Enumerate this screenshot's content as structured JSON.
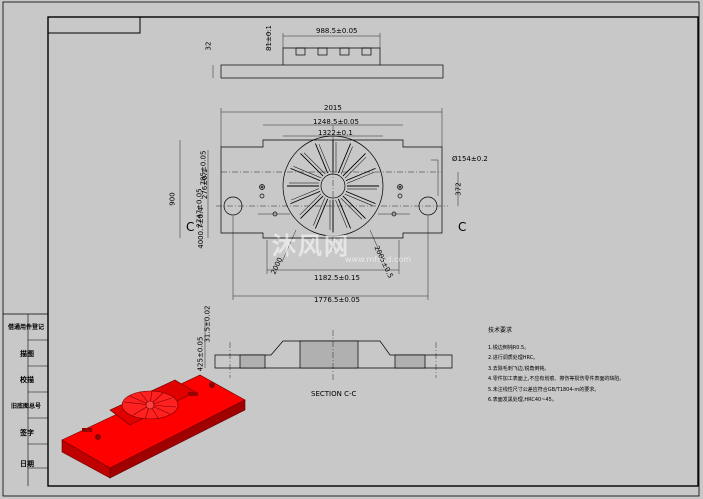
{
  "drawing": {
    "dims": {
      "top_width": "988.5±0.05",
      "top_h1": "32",
      "top_h2": "81±0.1",
      "overall_width": "2015",
      "width_1248": "1248.5±0.05",
      "width_1322": "1322±0.1",
      "hole_dia": "Ø154±0.2",
      "height_900": "900",
      "dim_785": "785±0.05",
      "dim_276": "276±0.1",
      "dim_372": "372",
      "dim_4000": "4000.7±0.4",
      "dim_2747": "2747±0.05",
      "dim_2000": "2000",
      "dim_2005": "2005±0.5",
      "dim_1182": "1182.5±0.15",
      "dim_1776": "1776.5±0.05",
      "sec_h1": "31.5±0.02",
      "sec_h2": "425±0.05"
    },
    "section_marker": "C",
    "section_label": "SECTION C-C",
    "watermark": "沐风网",
    "watermark_url": "www.mfcad.com"
  },
  "title_block": {
    "rows": [
      "借通用件登记",
      "描图",
      "校描",
      "旧底图总号",
      "签字",
      "日期"
    ]
  },
  "notes": {
    "title": "技术要求",
    "items": [
      "1.锐边倒钝R0.5。",
      "2.进行调质处理HRC。",
      "3.去除毛刺飞边,锐角倒钝。",
      "4.零件加工表面上,不应有划痕、擦伤等损伤零件表面的缺陷。",
      "5.未注线性尺寸公差应符合GB/T1804-m的要求。",
      "6.表面发黑处理,HRC40~45。"
    ]
  },
  "colors": {
    "background": "#c8c8c8",
    "line": "#000000",
    "model": "#ff0000"
  }
}
